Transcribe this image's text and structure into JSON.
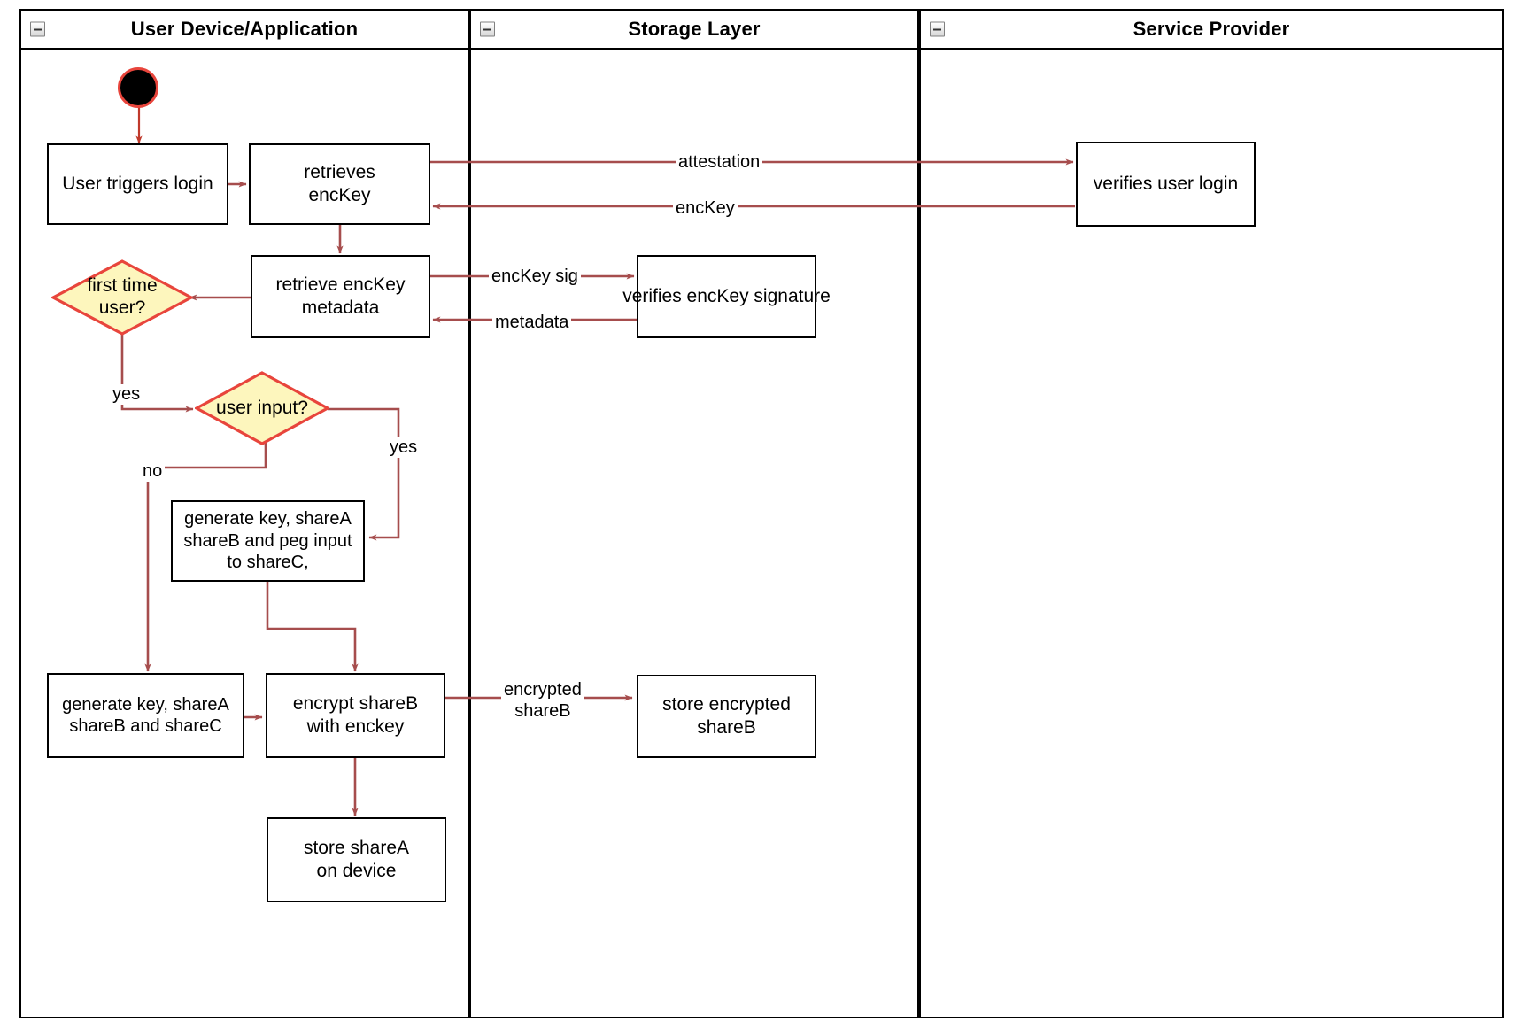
{
  "diagram": {
    "title": "Login / key-share provisioning activity diagram",
    "accent_edge_color": "#a64d4d",
    "decision_fill": "#fdf6bd",
    "decision_stroke": "#e8453c",
    "node_stroke": "#000000",
    "lane_stroke": "#000000"
  },
  "lanes": [
    {
      "id": "user-device",
      "title": "User Device/Application",
      "collapse_icon": "collapse-minus-icon"
    },
    {
      "id": "storage-layer",
      "title": "Storage Layer",
      "collapse_icon": "collapse-minus-icon"
    },
    {
      "id": "service-provider",
      "title": "Service Provider",
      "collapse_icon": "collapse-minus-icon"
    }
  ],
  "nodes": {
    "start": {
      "kind": "initial-node",
      "label": ""
    },
    "user_triggers_login": {
      "label": "User triggers login"
    },
    "retrieves_enckey": {
      "line1": "retrieves",
      "line2": "encKey"
    },
    "retrieve_enckey_metadata": {
      "line1": "retrieve encKey",
      "line2": "metadata"
    },
    "first_time_user": {
      "line1": "first time",
      "line2": "user?"
    },
    "user_input": {
      "label": "user input?"
    },
    "generate_peg": {
      "line1": "generate key, shareA",
      "line2": "shareB and peg input",
      "line3": "to shareC,"
    },
    "generate_shares": {
      "line1": "generate key, shareA",
      "line2": "shareB and shareC"
    },
    "encrypt_shareb": {
      "line1": "encrypt shareB",
      "line2": "with enckey"
    },
    "store_sharea": {
      "line1": "store shareA",
      "line2": "on device"
    },
    "verifies_enckey_signature": {
      "label": "verifies encKey signature"
    },
    "store_encrypted_shareb": {
      "line1": "store encrypted",
      "line2": "shareB"
    },
    "verifies_user_login": {
      "label": "verifies user login"
    }
  },
  "edge_labels": {
    "attestation": "attestation",
    "enckey": "encKey",
    "enckey_sig": "encKey sig",
    "metadata": "metadata",
    "yes_first_time": "yes",
    "yes_user_input": "yes",
    "no_user_input": "no",
    "encrypted_shareb_l1": "encrypted",
    "encrypted_shareb_l2": "shareB"
  }
}
